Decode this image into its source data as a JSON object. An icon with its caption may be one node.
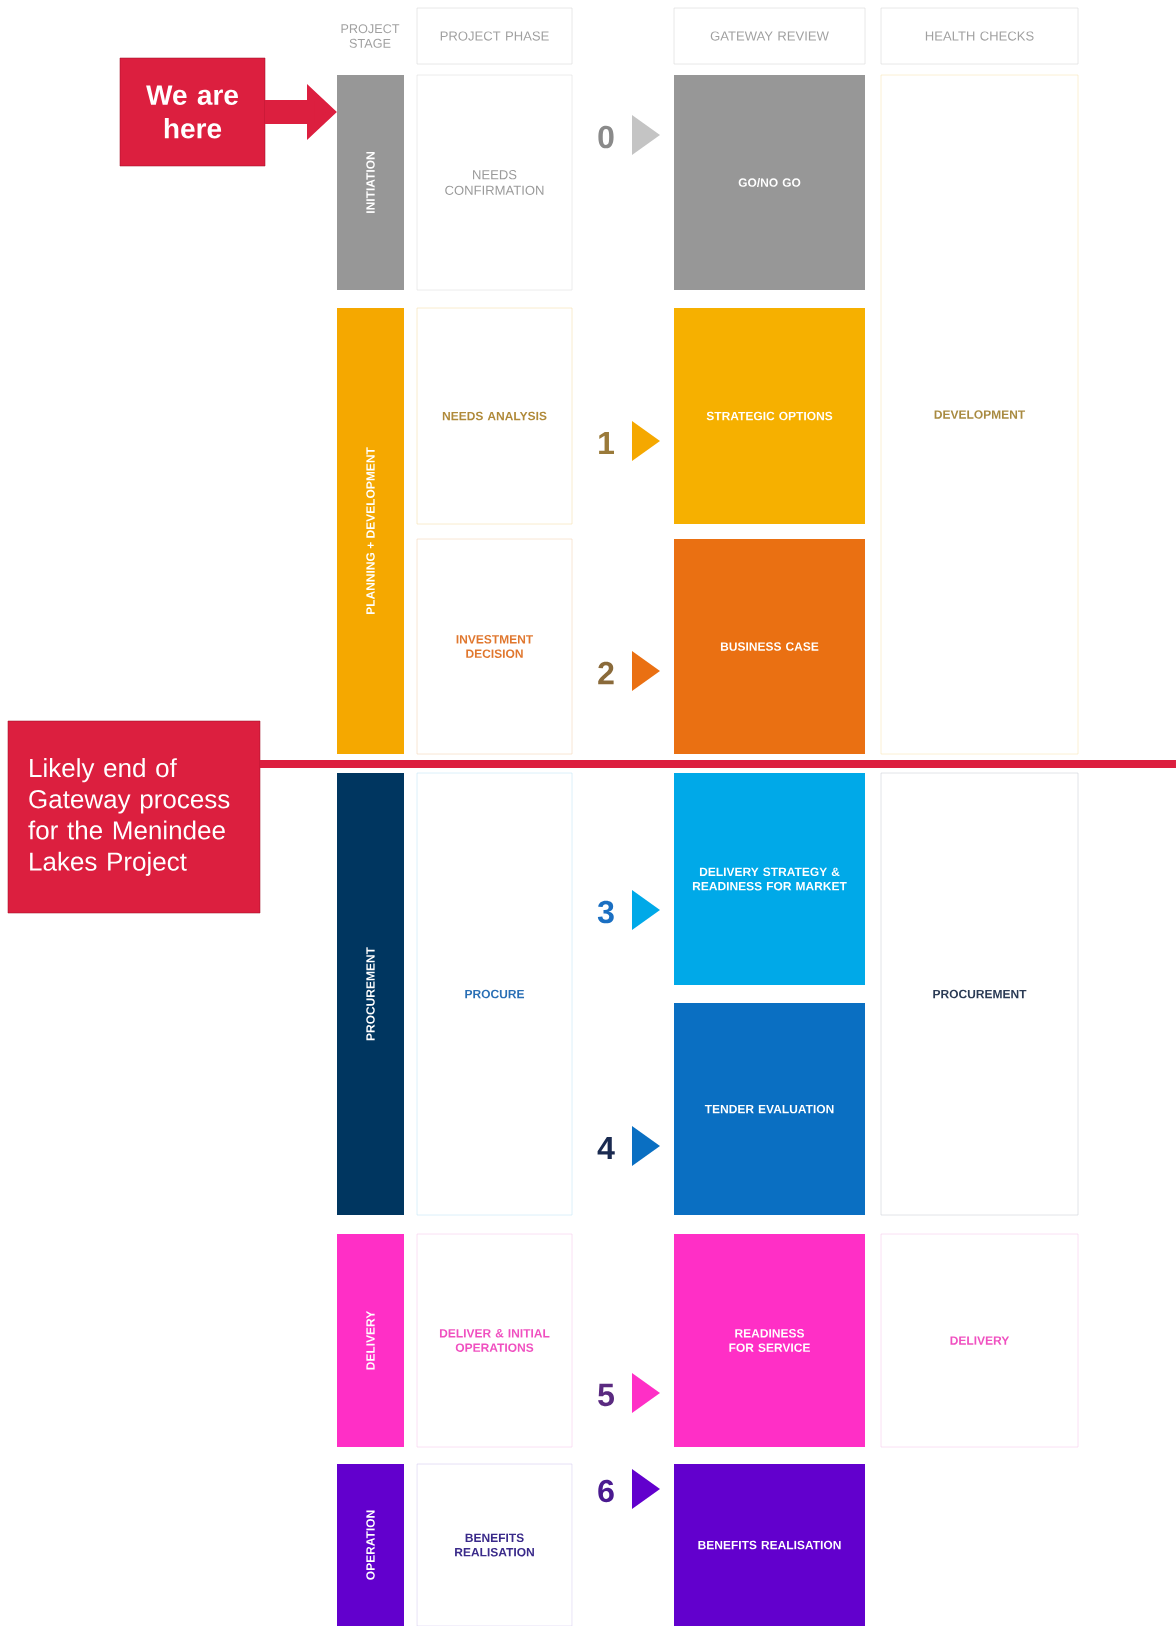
{
  "diagram": {
    "nodes": [
      {
        "text": [
          "We are here"
        ]
      },
      {
        "text": [
          "PROJECT PHASE"
        ]
      },
      {
        "text": [
          "GATEWAY REVIEW"
        ]
      },
      {
        "text": [
          "HEALTH CHECKS"
        ]
      },
      {
        "text": [
          "INITIATION"
        ]
      },
      {
        "text": [
          "NEEDS CONFIRMATION"
        ]
      },
      {
        "text": [
          "GO/NO GO"
        ]
      },
      {
        "text": [
          "DEVELOPMENT"
        ]
      },
      {
        "text": [
          "PLANNING + DEVELOPMENT"
        ]
      },
      {
        "text": [
          "NEEDS ANALYSIS"
        ]
      },
      {
        "text": [
          "STRATEGIC OPTIONS"
        ]
      },
      {
        "text": [
          "INVESTMENT DECISION"
        ]
      },
      {
        "text": [
          "BUSINESS CASE"
        ]
      },
      {
        "text": [
          "Likely end of Gateway process for the Menindee Lakes Project"
        ]
      },
      {
        "text": [
          "PROCUREMENT"
        ]
      },
      {
        "text": [
          "PROCURE"
        ]
      },
      {
        "text": [
          "DELIVERY STRATEGY & READINESS FOR MARKET"
        ]
      },
      {
        "text": [
          "PROCUREMENT"
        ]
      },
      {
        "text": [
          "TENDER EVALUATION"
        ]
      },
      {
        "text": [
          "DELIVERY"
        ]
      },
      {
        "text": [
          "DELIVER & INITIAL OPERATIONS"
        ]
      },
      {
        "text": [
          "READINESS FOR SERVICE"
        ]
      },
      {
        "text": [
          "DELIVERY"
        ]
      },
      {
        "text": [
          "OPERATION"
        ]
      },
      {
        "text": [
          "BENEFITS REALISATION"
        ]
      },
      {
        "text": [
          "BENEFITS REALISATION"
        ]
      }
    ],
    "edges": [
      {
        "from": 0,
        "to": 4,
        "arrow": "to",
        "style": "thick",
        "color": "#dc1f3f"
      },
      {
        "from": null,
        "to": 6,
        "arrow": "to",
        "label": "0",
        "color": "#c4c4c4"
      },
      {
        "from": null,
        "to": 10,
        "arrow": "to",
        "label": "1",
        "color": "#f5a800"
      },
      {
        "from": null,
        "to": 12,
        "arrow": "to",
        "label": "2",
        "color": "#ea7012"
      },
      {
        "from": null,
        "to": 16,
        "arrow": "to",
        "label": "3",
        "color": "#00a9e8"
      },
      {
        "from": null,
        "to": 18,
        "arrow": "to",
        "label": "4",
        "color": "#0a6fc2"
      },
      {
        "from": null,
        "to": 21,
        "arrow": "to",
        "label": "5",
        "color": "#ff2fc6"
      },
      {
        "from": null,
        "to": 25,
        "arrow": "to",
        "label": "6",
        "color": "#6200cd"
      },
      {
        "from": 13,
        "to": null,
        "arrow": "none",
        "color": "#dc1f3f"
      }
    ],
    "labels": [
      "PROJECT STAGE"
    ]
  }
}
